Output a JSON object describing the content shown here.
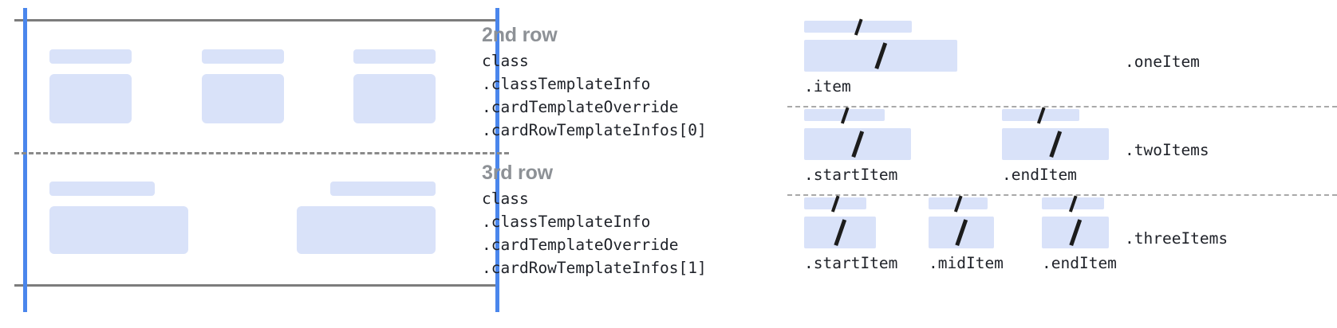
{
  "left_diagram": {
    "name": "card-row-layout-preview",
    "colors": {
      "placeholder_fill": "#d9e2f9",
      "guide_blue": "#4a86ec",
      "rule_gray": "#7c7c7c",
      "dashed_gray": "#8a8a8a"
    },
    "rows": [
      {
        "id": "row-2",
        "cells": [
          {
            "bar_label": "",
            "box_label": ""
          },
          {
            "bar_label": "",
            "box_label": ""
          },
          {
            "bar_label": "",
            "box_label": ""
          }
        ]
      },
      {
        "id": "row-3",
        "cells": [
          {
            "bar_label": "",
            "box_label": ""
          },
          {
            "bar_label": "",
            "box_label": ""
          }
        ]
      }
    ]
  },
  "annotations": [
    {
      "title": "2nd row",
      "code_lines": [
        "class",
        ".classTemplateInfo",
        ".cardTemplateOverride",
        ".cardRowTemplateInfos[0]"
      ]
    },
    {
      "title": "3rd row",
      "code_lines": [
        "class",
        ".classTemplateInfo",
        ".cardTemplateOverride",
        ".cardRowTemplateInfos[1]"
      ]
    }
  ],
  "item_diagram": {
    "name": "row-item-variants",
    "variants": [
      {
        "label": ".oneItem",
        "items": [
          {
            "caption": ".item",
            "glyph": "/"
          }
        ]
      },
      {
        "label": ".twoItems",
        "items": [
          {
            "caption": ".startItem",
            "glyph": "/"
          },
          {
            "caption": ".endItem",
            "glyph": "/"
          }
        ]
      },
      {
        "label": ".threeItems",
        "items": [
          {
            "caption": ".startItem",
            "glyph": "/"
          },
          {
            "caption": ".midItem",
            "glyph": "/"
          },
          {
            "caption": ".endItem",
            "glyph": "/"
          }
        ]
      }
    ]
  }
}
